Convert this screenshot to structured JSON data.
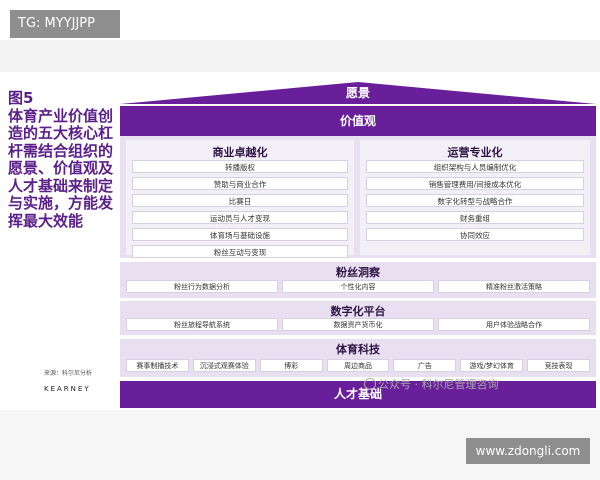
{
  "badges": {
    "top_left": "TG: MYYJJPP",
    "bottom_right": "www.zdongli.com"
  },
  "left_title": "图5\n体育产业价值创造的五大核心杠杆需结合组织的愿景、价值观及人才基础来制定与实施，方能发挥最大效能",
  "source": "来源：科尔尼分析",
  "brand": "KEARNEY",
  "roof": "愿景",
  "values": "价值观",
  "pillars": [
    {
      "title": "商业卓越化",
      "items": [
        "转播版权",
        "赞助与商业合作",
        "比赛日",
        "运动员与人才变现",
        "体育场与基础设施",
        "粉丝互动与变现"
      ]
    },
    {
      "title": "运营专业化",
      "items": [
        "组织架构与人员编制优化",
        "销售管理费用/间接成本优化",
        "数字化转型与战略合作",
        "财务重组",
        "协同效应"
      ]
    }
  ],
  "fan_insight": {
    "title": "粉丝洞察",
    "items": [
      "粉丝行为数据分析",
      "个性化内容",
      "精准粉丝激活策略"
    ]
  },
  "digital": {
    "title": "数字化平台",
    "items": [
      "粉丝旅程导航系统",
      "数据资产货币化",
      "用户体验战略合作"
    ]
  },
  "sports_tech": {
    "title": "体育科技",
    "items": [
      "赛事制播技术",
      "沉浸式观赛体验",
      "博彩",
      "周边商品",
      "广告",
      "游戏/梦幻体育",
      "竞技表现"
    ]
  },
  "talent": "人才基础",
  "watermark": "公众号 · 科尔尼管理咨询",
  "colors": {
    "primary": "#6a1f9a",
    "light": "#e8dff0",
    "title_text": "#5b1f8a"
  }
}
